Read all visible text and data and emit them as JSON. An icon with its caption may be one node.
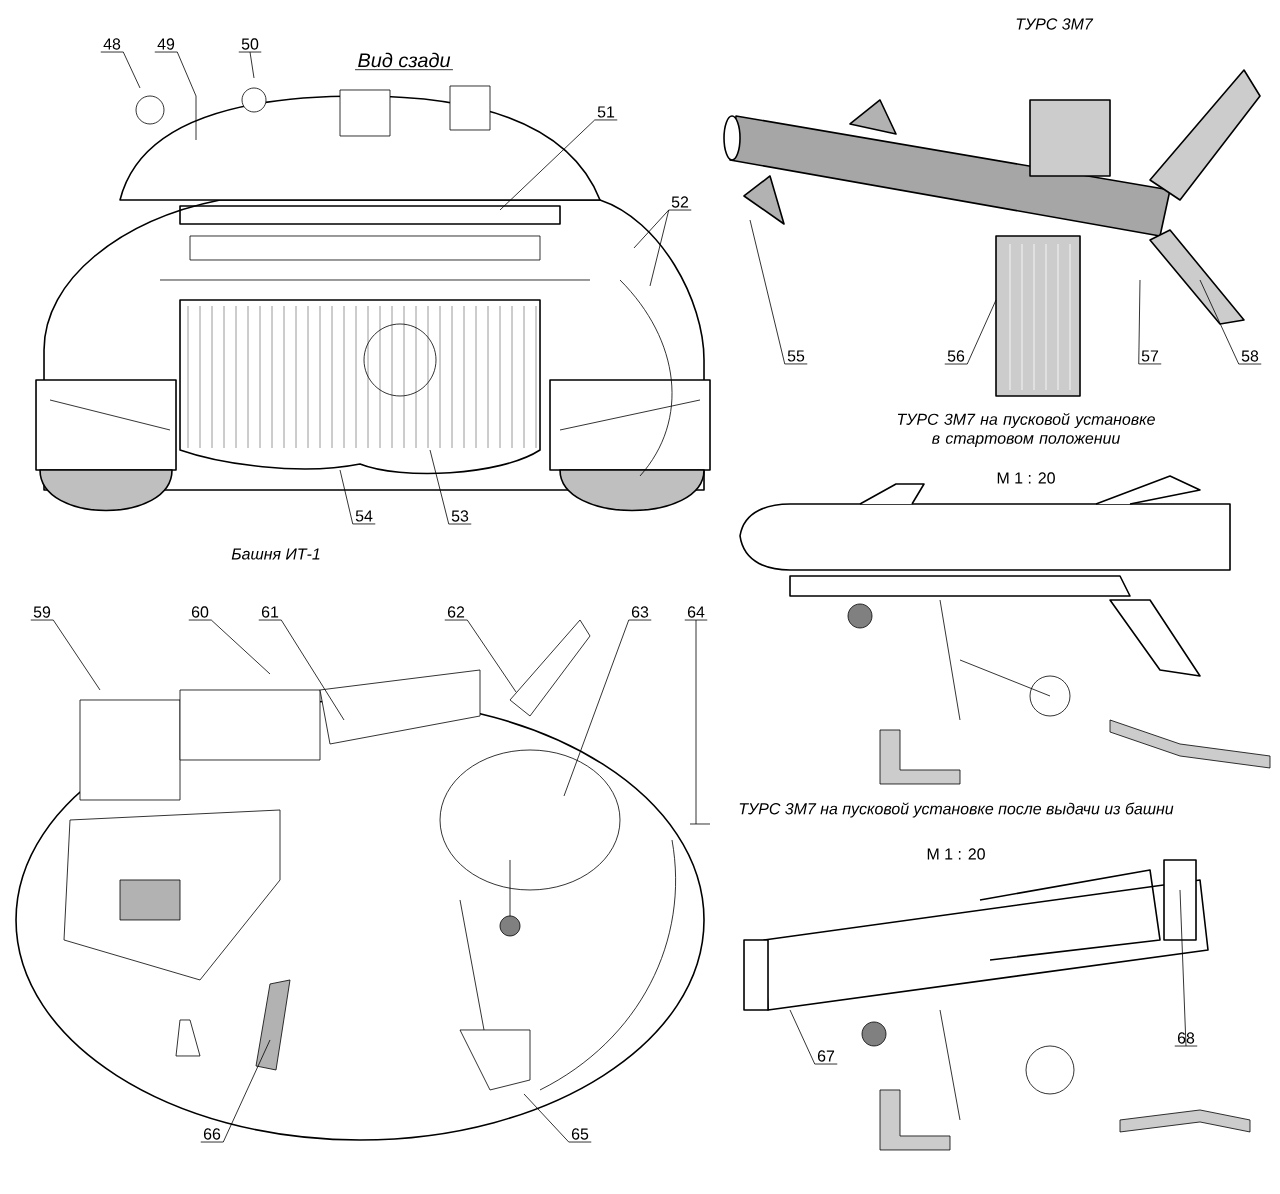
{
  "diagram": {
    "nodes": [
      {
        "text": [
          "48"
        ]
      },
      {
        "text": [
          "49"
        ]
      },
      {
        "text": [
          "50"
        ]
      },
      {
        "text": [
          "51"
        ]
      },
      {
        "text": [
          "52"
        ]
      },
      {
        "text": [
          "54"
        ]
      },
      {
        "text": [
          "53"
        ]
      },
      {
        "text": [
          "55"
        ]
      },
      {
        "text": [
          "56"
        ]
      },
      {
        "text": [
          "57"
        ]
      },
      {
        "text": [
          "58"
        ]
      },
      {
        "text": [
          "59"
        ]
      },
      {
        "text": [
          "60"
        ]
      },
      {
        "text": [
          "61"
        ]
      },
      {
        "text": [
          "62"
        ]
      },
      {
        "text": [
          "63"
        ]
      },
      {
        "text": [
          "64"
        ]
      },
      {
        "text": [
          "66"
        ]
      },
      {
        "text": [
          "65"
        ]
      },
      {
        "text": [
          "67"
        ]
      },
      {
        "text": [
          "68"
        ]
      }
    ],
    "edges": [
      {
        "from": 0,
        "to": null,
        "arrow": "none"
      },
      {
        "from": 1,
        "to": null,
        "arrow": "none"
      },
      {
        "from": 2,
        "to": null,
        "arrow": "none"
      },
      {
        "from": 3,
        "to": null,
        "arrow": "none"
      },
      {
        "from": 4,
        "to": null,
        "arrow": "none"
      },
      {
        "from": 4,
        "to": null,
        "arrow": "none"
      },
      {
        "from": 5,
        "to": null,
        "arrow": "none"
      },
      {
        "from": 6,
        "to": null,
        "arrow": "none"
      },
      {
        "from": 7,
        "to": null,
        "arrow": "none"
      },
      {
        "from": 8,
        "to": null,
        "arrow": "none"
      },
      {
        "from": 9,
        "to": null,
        "arrow": "none"
      },
      {
        "from": 10,
        "to": null,
        "arrow": "none"
      },
      {
        "from": 11,
        "to": null,
        "arrow": "none"
      },
      {
        "from": 12,
        "to": null,
        "arrow": "none"
      },
      {
        "from": 13,
        "to": null,
        "arrow": "none"
      },
      {
        "from": 14,
        "to": null,
        "arrow": "none"
      },
      {
        "from": 15,
        "to": null,
        "arrow": "none"
      },
      {
        "from": 16,
        "to": null,
        "arrow": "none"
      },
      {
        "from": 17,
        "to": null,
        "arrow": "none"
      },
      {
        "from": 18,
        "to": null,
        "arrow": "none"
      },
      {
        "from": 19,
        "to": null,
        "arrow": "none"
      },
      {
        "from": 20,
        "to": null,
        "arrow": "none"
      }
    ],
    "labels": [
      "Вид сзади",
      "ТУРС 3М7",
      "Башня ИТ-1",
      "ТУРС 3М7 на пусковой установке в стартовом положении",
      "М 1 : 20",
      "ТУРС 3М7 на пусковой установке после выдачи из башни",
      "М 1 : 20"
    ]
  }
}
